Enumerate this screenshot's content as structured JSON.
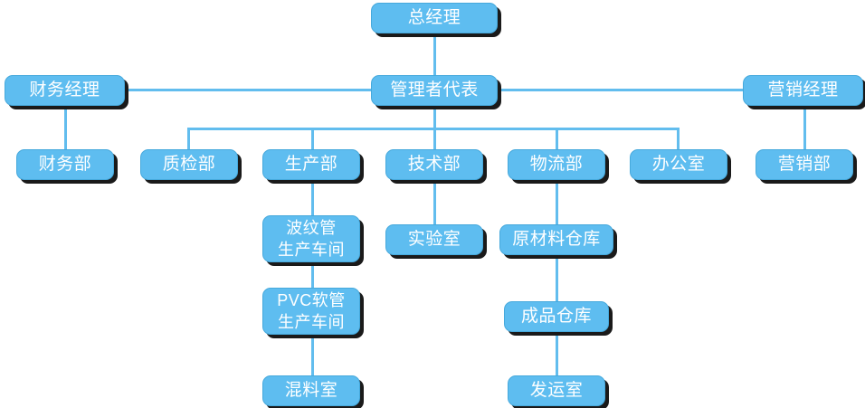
{
  "chart_data": {
    "type": "diagram",
    "diagram_kind": "organizational-chart",
    "title": "",
    "orientation": "top-down",
    "colors": {
      "node_fill": "#5EBDF0",
      "node_border": "#46A9DC",
      "node_text": "#FFFFFF",
      "connector": "#62BDEE",
      "shadow": "#1A1A1A",
      "background": "#FFFFFF"
    },
    "levels": [
      {
        "level": 1,
        "nodes": [
          "总经理"
        ]
      },
      {
        "level": 2,
        "nodes": [
          "财务经理",
          "管理者代表",
          "营销经理"
        ]
      },
      {
        "level": 3,
        "nodes": [
          "财务部",
          "质检部",
          "生产部",
          "技术部",
          "物流部",
          "办公室",
          "营销部"
        ]
      },
      {
        "level": 4,
        "nodes": [
          "波纹管\n生产车间",
          "实验室",
          "原材料仓库"
        ]
      },
      {
        "level": 5,
        "nodes": [
          "PVC软管\n生产车间",
          "成品仓库"
        ]
      },
      {
        "level": 6,
        "nodes": [
          "混料室",
          "发运室"
        ]
      }
    ],
    "edges": [
      [
        "总经理",
        "管理者代表"
      ],
      [
        "管理者代表",
        "财务经理"
      ],
      [
        "管理者代表",
        "营销经理"
      ],
      [
        "财务经理",
        "财务部"
      ],
      [
        "管理者代表",
        "质检部"
      ],
      [
        "管理者代表",
        "生产部"
      ],
      [
        "管理者代表",
        "技术部"
      ],
      [
        "管理者代表",
        "物流部"
      ],
      [
        "管理者代表",
        "办公室"
      ],
      [
        "营销经理",
        "营销部"
      ],
      [
        "生产部",
        "波纹管生产车间"
      ],
      [
        "波纹管生产车间",
        "PVC软管生产车间"
      ],
      [
        "PVC软管生产车间",
        "混料室"
      ],
      [
        "技术部",
        "实验室"
      ],
      [
        "物流部",
        "原材料仓库"
      ],
      [
        "原材料仓库",
        "成品仓库"
      ],
      [
        "成品仓库",
        "发运室"
      ]
    ]
  },
  "nodes": {
    "general_manager": "总经理",
    "finance_manager": "财务经理",
    "management_rep": "管理者代表",
    "marketing_manager": "营销经理",
    "finance_dept": "财务部",
    "qc_dept": "质检部",
    "production_dept": "生产部",
    "technology_dept": "技术部",
    "logistics_dept": "物流部",
    "office": "办公室",
    "marketing_dept": "营销部",
    "corrugated_pipe_workshop": "波纹管\n生产车间",
    "pvc_hose_workshop": "PVC软管\n生产车间",
    "mixing_room": "混料室",
    "laboratory": "实验室",
    "raw_material_warehouse": "原材料仓库",
    "finished_goods_warehouse": "成品仓库",
    "shipping_room": "发运室"
  }
}
